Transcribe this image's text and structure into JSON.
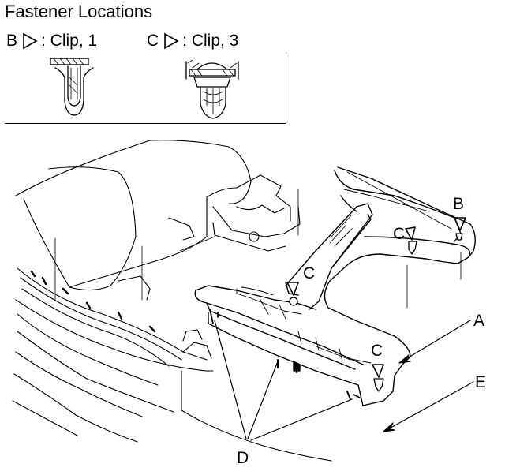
{
  "title": "Fastener Locations",
  "legend": [
    {
      "letter": "B",
      "text": ": Clip, 1",
      "icon": "open-triangle-arrow-icon"
    },
    {
      "letter": "C",
      "text": ": Clip, 3",
      "icon": "open-triangle-arrow-icon"
    }
  ],
  "callouts": {
    "a": "A",
    "b": "B",
    "c1": "C",
    "c2": "C",
    "c3": "C",
    "d": "D",
    "e": "E"
  }
}
